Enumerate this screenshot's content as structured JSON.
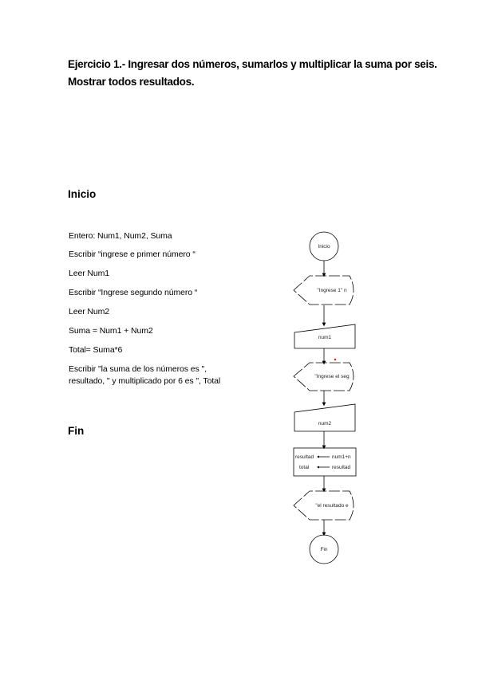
{
  "document": {
    "title": "Ejercicio 1.- Ingresar dos números, sumarlos y multiplicar la suma por seis. Mostrar todos resultados.",
    "start_heading": "Inicio",
    "end_heading": "Fin",
    "pseudocode": [
      "Entero: Num1, Num2, Suma",
      "Escribir “ingrese e primer número “",
      "Leer Num1",
      "Escribir “Ingrese segundo número “",
      "Leer Num2",
      "Suma = Num1 + Num2",
      "Total= Suma*6",
      "Escribir \"la suma de los números es \", resultado, \" y multiplicado por 6 es \", Total"
    ]
  },
  "flowchart": {
    "start": "Inicio",
    "display1": "\"Ingrese 1\" n",
    "input1": "num1",
    "display2": "\"Ingrese el seg",
    "input2": "num2",
    "process_line1_left": "resultad",
    "process_line1_right": "num1+n",
    "process_line2_left": "total",
    "process_line2_right": "resultad",
    "display3": "\"el resultado e",
    "end": "Fin"
  }
}
